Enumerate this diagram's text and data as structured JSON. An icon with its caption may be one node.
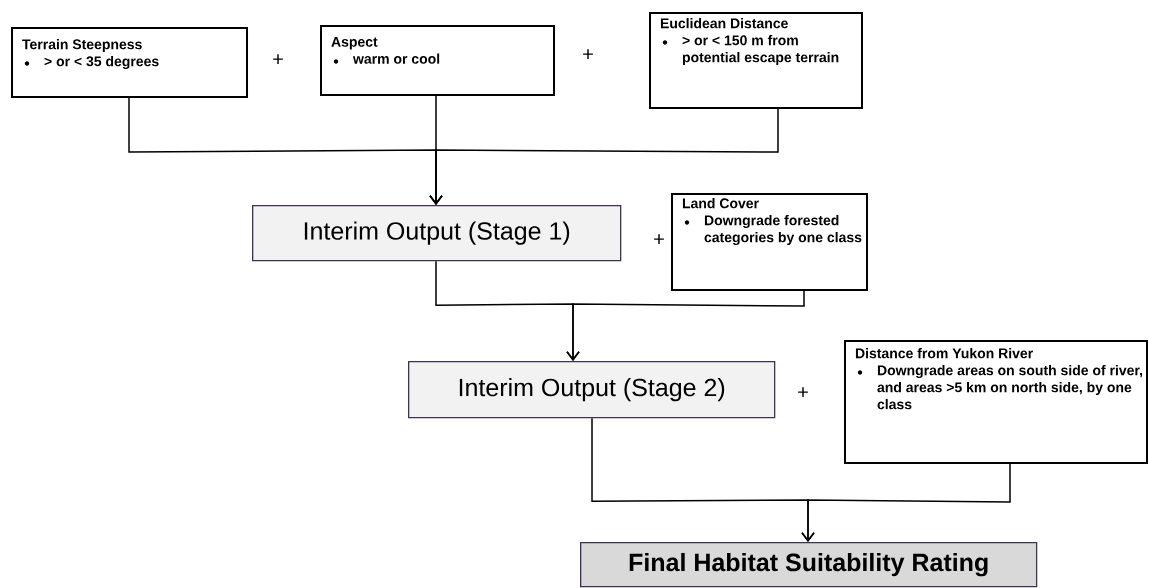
{
  "diagram": {
    "nodes": [
      {
        "text": [
          "Terrain Steepness",
          "> or < 35 degrees"
        ]
      },
      {
        "text": [
          "Aspect",
          "warm or cool"
        ]
      },
      {
        "text": [
          "Euclidean Distance",
          "> or < 150 m from potential escape terrain"
        ]
      },
      {
        "text": [
          "Interim Output (Stage 1)"
        ]
      },
      {
        "text": [
          "Land Cover",
          "Downgrade forested categories by one class"
        ]
      },
      {
        "text": [
          "Interim Output (Stage 2)"
        ]
      },
      {
        "text": [
          "Distance from Yukon River",
          "Downgrade areas on south side of river, and areas >5 km on north side, by one class"
        ]
      },
      {
        "text": [
          "Final Habitat Suitability Rating"
        ]
      }
    ],
    "edges": [
      {
        "from": 0,
        "to": 3,
        "arrow": "to"
      },
      {
        "from": 1,
        "to": 3,
        "arrow": "to"
      },
      {
        "from": 2,
        "to": 3,
        "arrow": "to"
      },
      {
        "from": 3,
        "to": 5,
        "arrow": "to"
      },
      {
        "from": 4,
        "to": 5,
        "arrow": "to"
      },
      {
        "from": 5,
        "to": 7,
        "arrow": "to"
      },
      {
        "from": 6,
        "to": 7,
        "arrow": "to"
      }
    ],
    "labels": [
      "+",
      "+",
      "+",
      "+"
    ]
  }
}
